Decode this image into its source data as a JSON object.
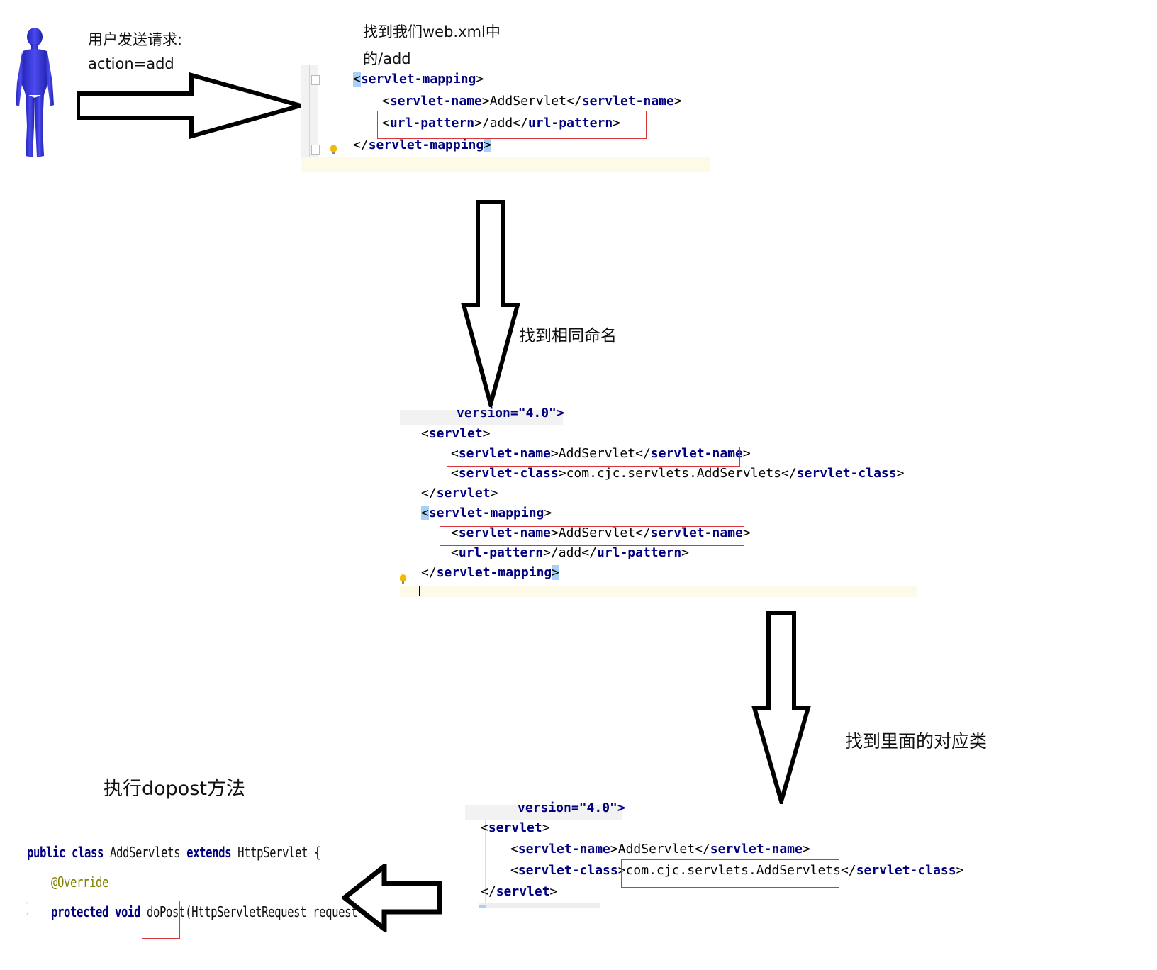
{
  "captions": {
    "user_request_line1": "用户发送请求:",
    "user_request_line2": "action=add",
    "find_webxml_line1": "找到我们web.xml中",
    "find_webxml_line2": "的/add",
    "find_same_name": "找到相同命名",
    "find_class": "找到里面的对应类",
    "execute_dopost": "执行dopost方法"
  },
  "snippet1": {
    "open_tag": "servlet-mapping",
    "name_tag": "servlet-name",
    "name_value": "AddServlet",
    "url_tag": "url-pattern",
    "url_value": "/add"
  },
  "snippet2": {
    "version_line": "version=\"4.0\">",
    "servlet_tag": "servlet",
    "name_tag": "servlet-name",
    "name_value": "AddServlet",
    "class_tag": "servlet-class",
    "class_value": "com.cjc.servlets.AddServlets",
    "mapping_tag": "servlet-mapping",
    "url_tag": "url-pattern",
    "url_value": "/add"
  },
  "snippet3": {
    "version_line": "version=\"4.0\">",
    "servlet_tag": "servlet",
    "name_tag": "servlet-name",
    "name_value": "AddServlet",
    "class_tag": "servlet-class",
    "class_value": "com.cjc.servlets.AddServlets"
  },
  "java": {
    "kw_public": "public",
    "kw_class": "class",
    "class_name": "AddServlets",
    "kw_extends": "extends",
    "super_name": "HttpServlet {",
    "annotation": "@Override",
    "kw_protected": "protected",
    "kw_void": "void",
    "method": "doPost",
    "params": "(HttpServletRequest request"
  },
  "colors": {
    "person": "#3d3de0",
    "tag": "#000080",
    "highlight_box": "#d8363a",
    "annotation": "#808000"
  }
}
